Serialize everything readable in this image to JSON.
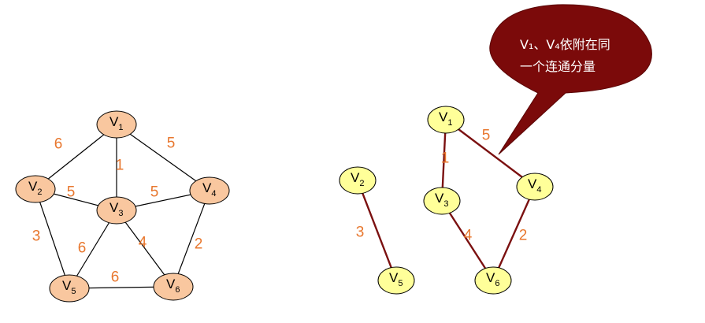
{
  "colors": {
    "graph_node_fill": "#f9c79f",
    "tree_node_fill": "#ffff99",
    "graph_edge": "#000000",
    "tree_edge": "#7b1010",
    "weight_text": "#e8772e",
    "callout_fill": "#7b0a0a"
  },
  "vertex_letter": "V",
  "graph": {
    "vertices": [
      "1",
      "2",
      "3",
      "4",
      "5",
      "6"
    ],
    "edges": [
      {
        "from": "1",
        "to": "2",
        "weight": "6"
      },
      {
        "from": "1",
        "to": "3",
        "weight": "1"
      },
      {
        "from": "1",
        "to": "4",
        "weight": "5"
      },
      {
        "from": "2",
        "to": "3",
        "weight": "5"
      },
      {
        "from": "3",
        "to": "4",
        "weight": "5"
      },
      {
        "from": "2",
        "to": "5",
        "weight": "3"
      },
      {
        "from": "3",
        "to": "5",
        "weight": "6"
      },
      {
        "from": "3",
        "to": "6",
        "weight": "4"
      },
      {
        "from": "4",
        "to": "6",
        "weight": "2"
      },
      {
        "from": "5",
        "to": "6",
        "weight": "6"
      }
    ]
  },
  "spanning_forest": {
    "vertices": [
      "1",
      "2",
      "3",
      "4",
      "5",
      "6"
    ],
    "edges": [
      {
        "from": "2",
        "to": "5",
        "weight": "3"
      },
      {
        "from": "1",
        "to": "3",
        "weight": "1"
      },
      {
        "from": "1",
        "to": "4",
        "weight": "5"
      },
      {
        "from": "3",
        "to": "6",
        "weight": "4"
      },
      {
        "from": "4",
        "to": "6",
        "weight": "2"
      }
    ]
  },
  "callout": {
    "line1": "V₁、V₄依附在同",
    "line2": "一个连通分量"
  }
}
